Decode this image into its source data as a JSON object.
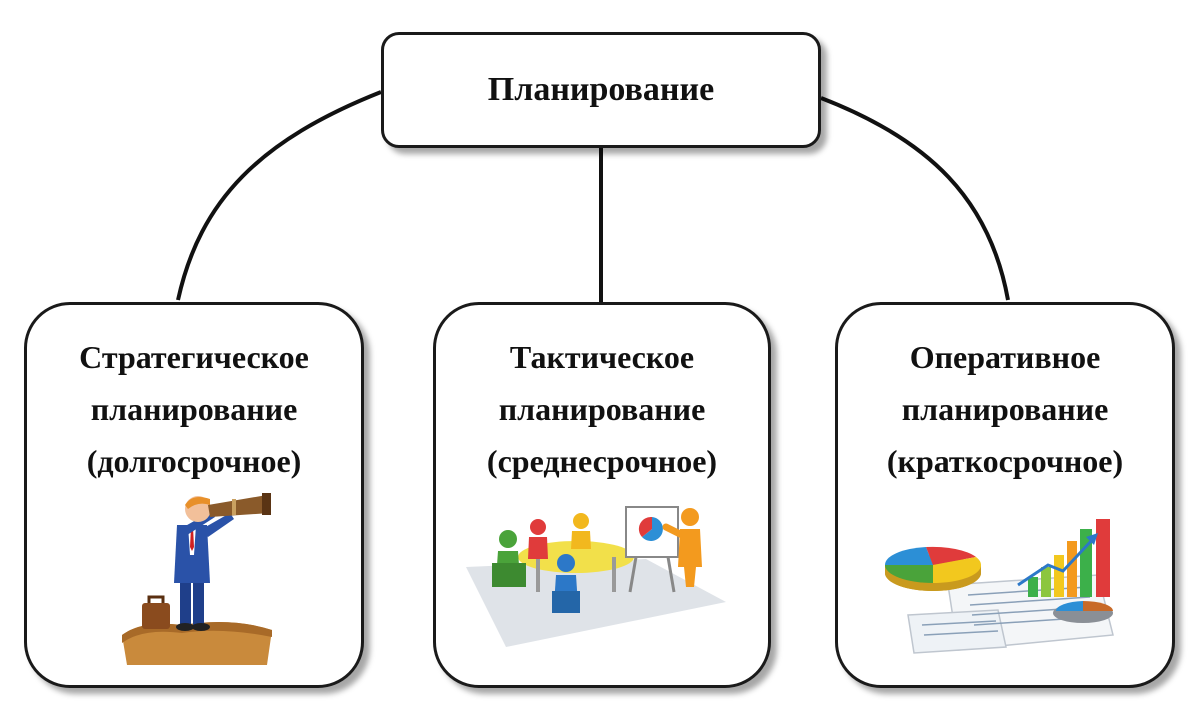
{
  "root": {
    "title": "Планирование"
  },
  "children": [
    {
      "line1": "Стратегическое",
      "line2": "планирование",
      "line3": "(долгосрочное)",
      "illustration": "businessman-telescope-icon"
    },
    {
      "line1": "Тактическое",
      "line2": "планирование",
      "line3": "(среднесрочное)",
      "illustration": "team-meeting-icon"
    },
    {
      "line1": "Оперативное",
      "line2": "планирование",
      "line3": "(краткосрочное)",
      "illustration": "charts-reports-icon"
    }
  ],
  "colors": {
    "border": "#1a1a1a",
    "background": "#ffffff"
  }
}
